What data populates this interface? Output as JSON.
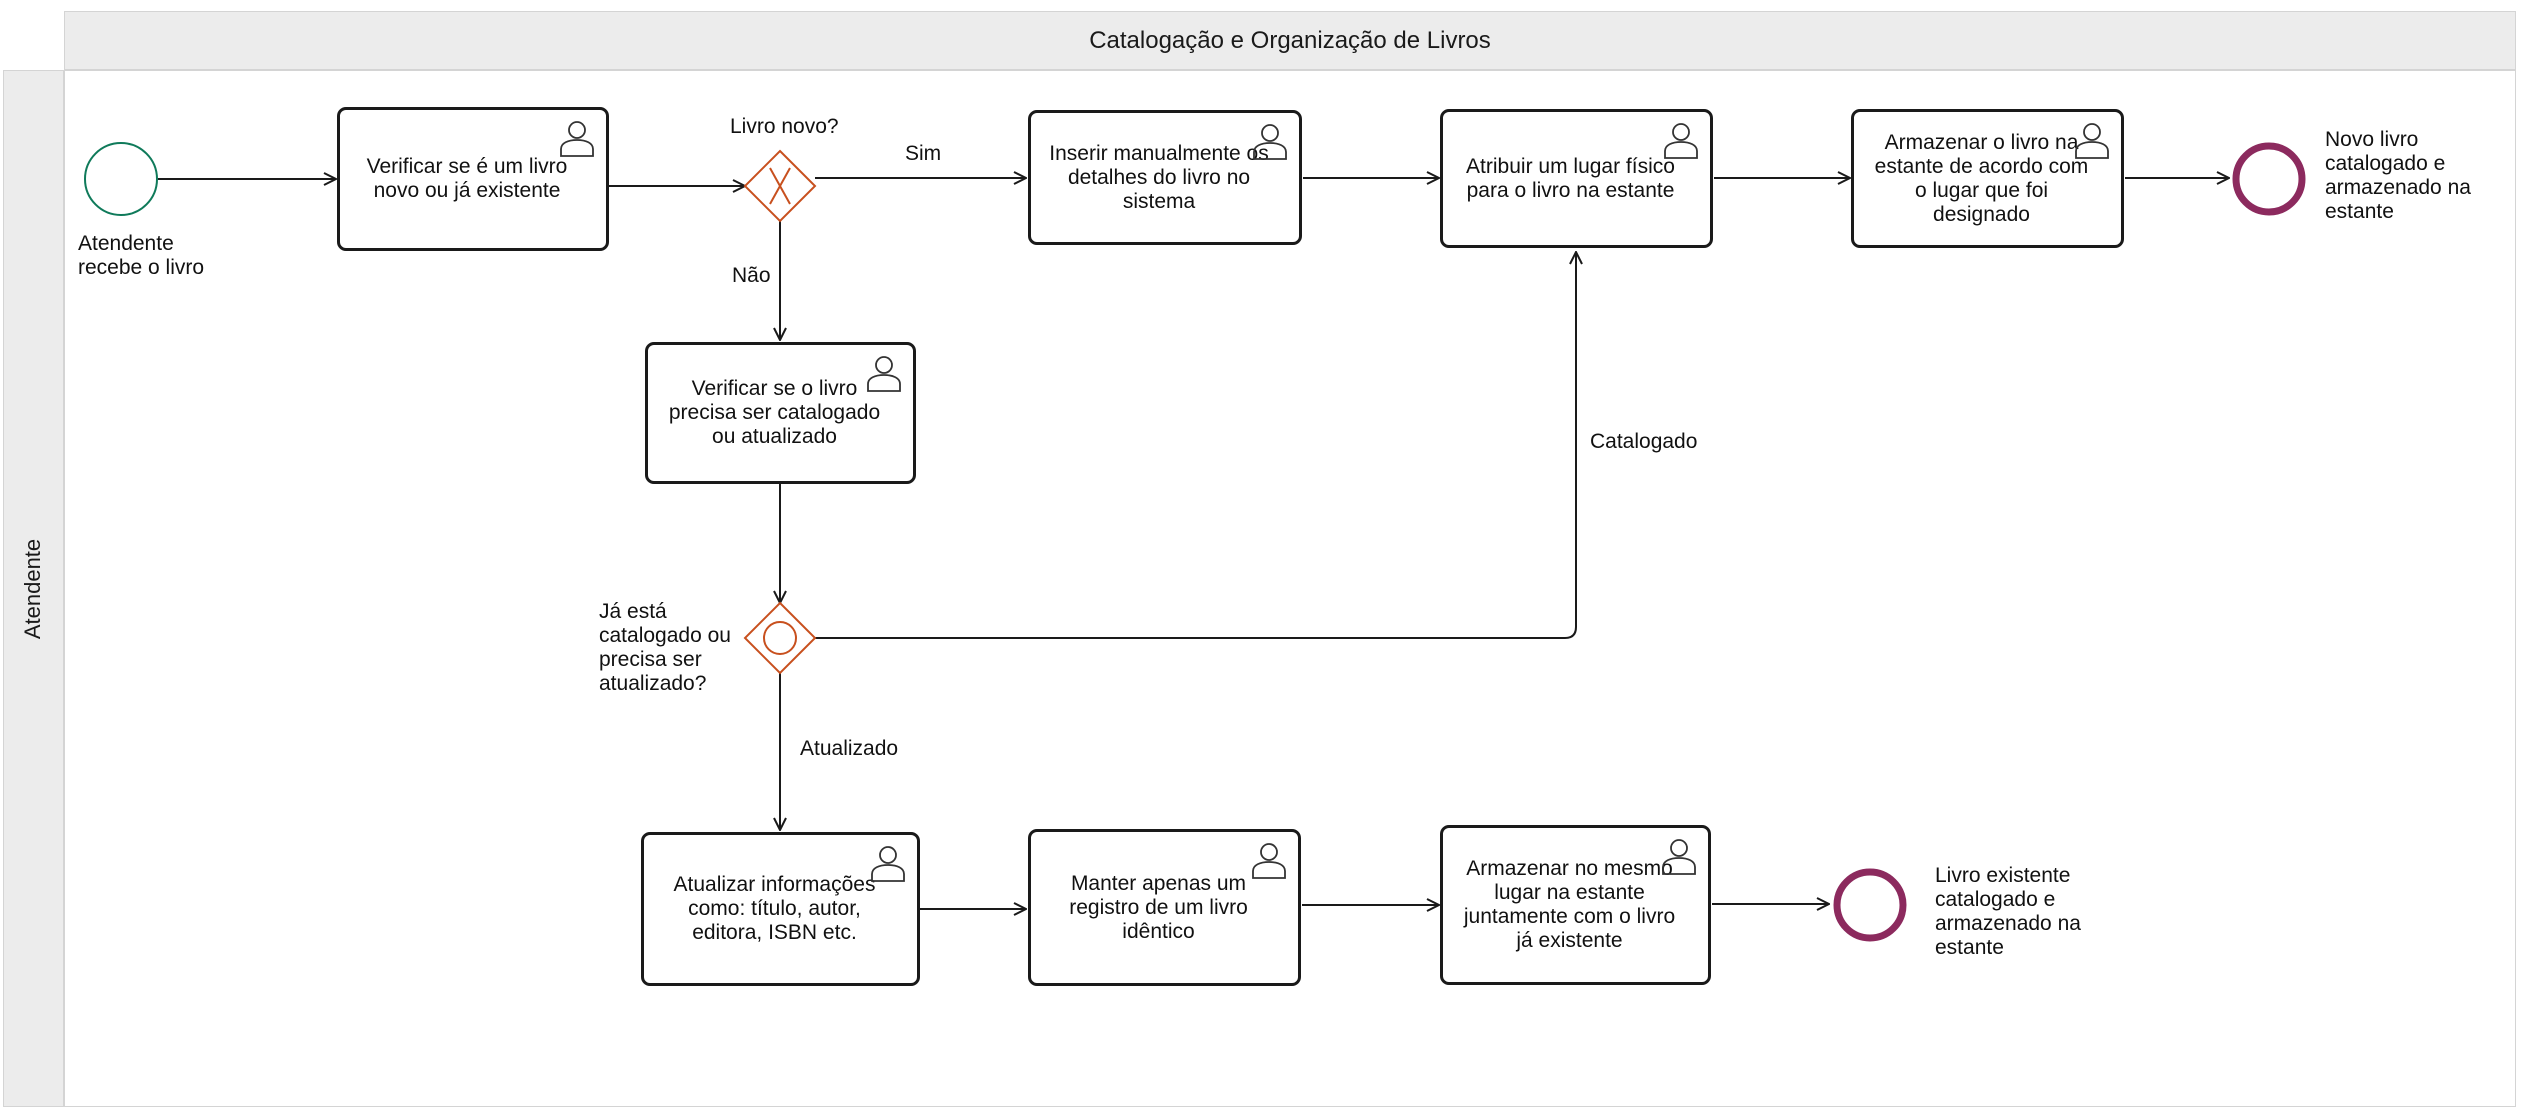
{
  "pool": {
    "title": "Catalogação e Organização de Livros",
    "lane": "Atendente"
  },
  "events": {
    "start": {
      "label": "Atendente recebe o livro",
      "color": "#0f7a5a"
    },
    "end_new": {
      "label": "Novo livro catalogado e armazenado na estante",
      "color": "#8c2a5e"
    },
    "end_existing": {
      "label": "Livro existente catalogado e armazenado na estante",
      "color": "#8c2a5e"
    }
  },
  "tasks": {
    "check_new": "Verificar se é um livro novo ou já existente",
    "insert_details": "Inserir manualmente os detalhes do livro no sistema",
    "assign_place": "Atribuir um lugar físico para o livro na estante",
    "store_new": "Armazenar o livro na estante de acordo com o lugar que foi designado",
    "check_catalog": "Verificar se o livro precisa ser catalogado ou atualizado",
    "update_info": "Atualizar informações como: título, autor, editora, ISBN etc.",
    "keep_one": "Manter apenas um registro de um livro idêntico",
    "store_same": "Armazenar no mesmo lugar na estante juntamente com o livro já existente"
  },
  "gateways": {
    "new_book": {
      "label": "Livro novo?",
      "icon": "exclusive-gateway-icon",
      "color": "#c8501e"
    },
    "status": {
      "label": "Já está catalogado ou precisa ser atualizado?",
      "icon": "event-based-gateway-icon",
      "color": "#c8501e"
    }
  },
  "flow_labels": {
    "yes": "Sim",
    "no": "Não",
    "cataloged": "Catalogado",
    "updated": "Atualizado"
  },
  "icons": {
    "task_user": "user-icon"
  }
}
